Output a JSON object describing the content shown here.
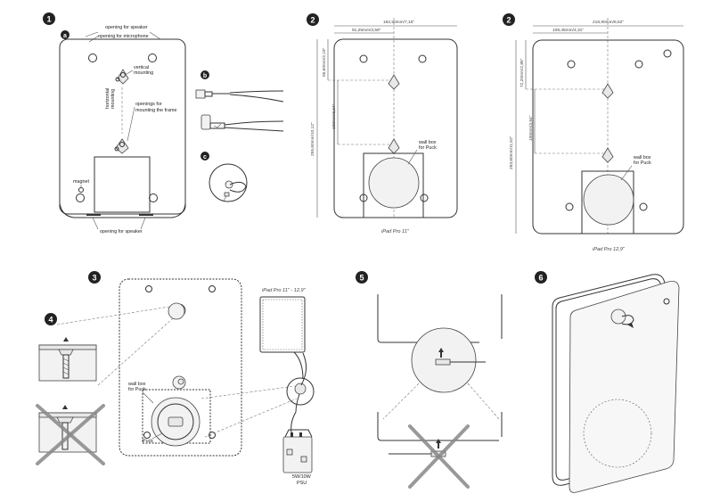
{
  "steps": {
    "s1": "1",
    "s2a": "2",
    "s2b": "2",
    "s3": "3",
    "s4": "4",
    "s5": "5",
    "s6": "6"
  },
  "subs": {
    "a": "a",
    "b": "b",
    "c": "c"
  },
  "labels": {
    "opening_speaker_top": "opening for speaker",
    "opening_microphone": "opening for microphone",
    "vertical_mounting_1": "vertical",
    "vertical_mounting_2": "mounting",
    "horizontal_mounting_1": "horizontal",
    "horizontal_mounting_2": "mounting",
    "openings_frame_1": "openings for",
    "openings_frame_2": "mounting the frame",
    "magnet": "magnet",
    "opening_speaker_bottom": "opening for speaker",
    "wall_box_1": "wall box",
    "wall_box_2": "for Puck",
    "puck": "Puck",
    "psu_1": "5W/10W",
    "psu_2": "PSU"
  },
  "dimensions": {
    "ipad11_width": "182,50mm/7,15\"",
    "ipad11_offset": "91,25mm/3,59\"",
    "ipad11_top": "55,60mm/2,19\"",
    "ipad11_mid": "100mm/3,94\"",
    "ipad11_height": "255,60mm/10,12\"",
    "ipad12_width": "218,90mm/8,62\"",
    "ipad12_offset": "109,45mm/4,31\"",
    "ipad12_top": "72,20mm/2,85\"",
    "ipad12_mid": "100mm/3,94\"",
    "ipad12_height": "293,60mm/11,52\""
  },
  "captions": {
    "ipad11": "iPad Pro 11\"",
    "ipad12": "iPad Pro 12,9\"",
    "ipad_both": "iPad Pro 11\" - 12,9\""
  }
}
